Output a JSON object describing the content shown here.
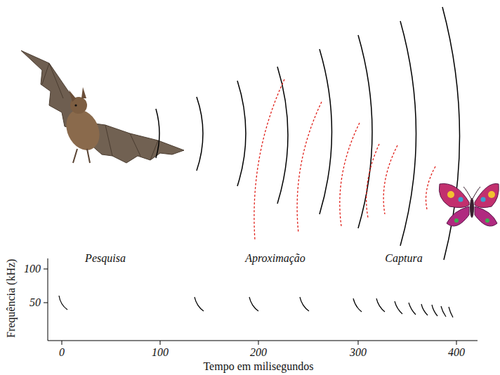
{
  "diagram": {
    "labels": [
      "Pesquisa",
      "Aproximação",
      "Captura",
      "100",
      "50",
      "0",
      "100",
      "200",
      "300",
      "400",
      "Frequência (kHz)",
      "Tempo em milisegundos"
    ]
  }
}
